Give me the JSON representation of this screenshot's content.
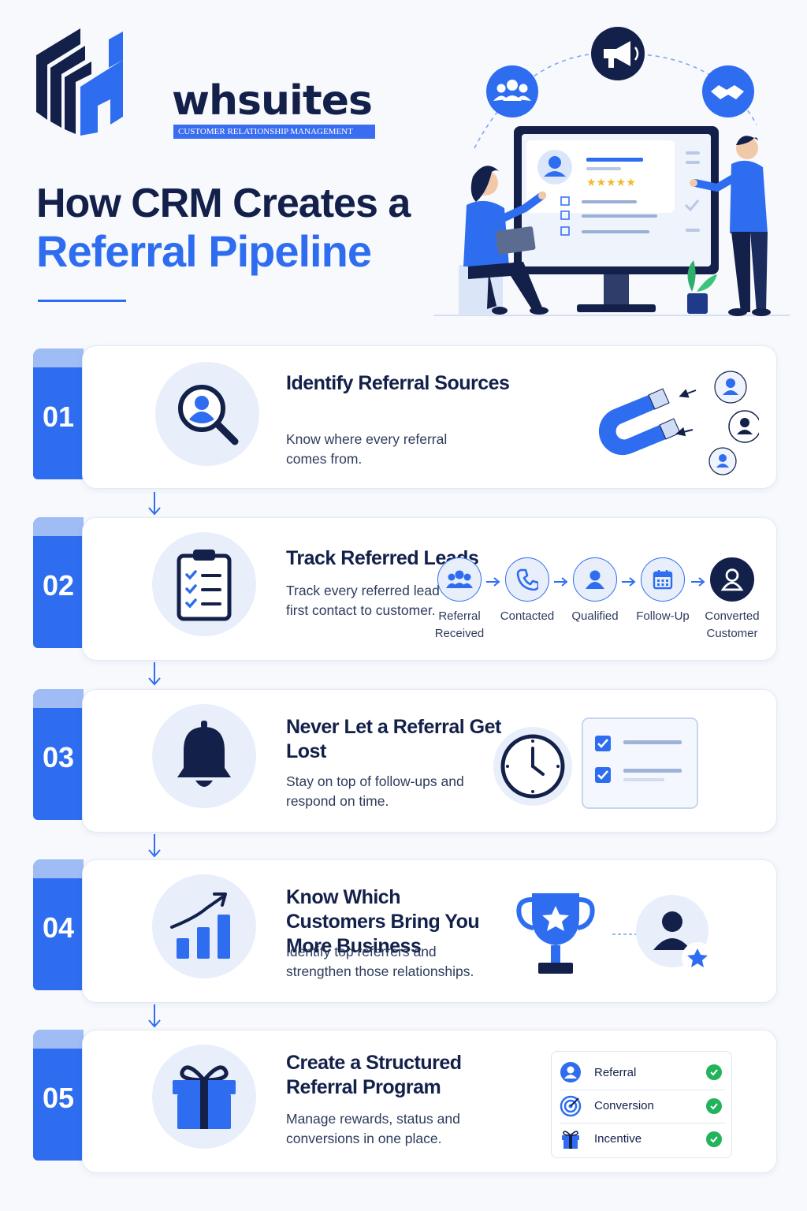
{
  "header": {
    "brand_name": "whsuites",
    "brand_tagline": "CUSTOMER RELATIONSHIP MANAGEMENT",
    "title_line1": "How CRM Creates a",
    "title_line2": "Referral Pipeline"
  },
  "colors": {
    "primary_blue": "#2e6df0",
    "navy": "#13204a",
    "light_blue_bg": "#e8effb",
    "success_green": "#22b35b",
    "star_yellow": "#f5b82e"
  },
  "hero": {
    "orbit_icons": [
      "team-icon",
      "megaphone-icon",
      "handshake-icon"
    ],
    "star_rating": 5
  },
  "steps": [
    {
      "number": "01",
      "title": "Identify Referral Sources",
      "description": "Know where every referral comes from.",
      "icon": "magnifier-user-icon"
    },
    {
      "number": "02",
      "title": "Track Referred Leads",
      "description": "Track every referred lead from first contact to customer.",
      "icon": "clipboard-checklist-icon",
      "pipeline": [
        {
          "label_line1": "Referral",
          "label_line2": "Received",
          "icon": "group-icon"
        },
        {
          "label_line1": "Contacted",
          "label_line2": "",
          "icon": "phone-icon"
        },
        {
          "label_line1": "Qualified",
          "label_line2": "",
          "icon": "user-icon"
        },
        {
          "label_line1": "Follow-Up",
          "label_line2": "",
          "icon": "calendar-icon"
        },
        {
          "label_line1": "Converted",
          "label_line2": "Customer",
          "icon": "user-icon"
        }
      ]
    },
    {
      "number": "03",
      "title": "Never Let a Referral Get Lost",
      "description": "Stay on top of follow-ups and respond on time.",
      "icon": "bell-icon"
    },
    {
      "number": "04",
      "title": "Know Which Customers Bring You More Business",
      "description": "Identify top referrers and strengthen those relationships.",
      "icon": "growth-chart-icon"
    },
    {
      "number": "05",
      "title": "Create a Structured Referral Program",
      "description": "Manage rewards, status and conversions in one place.",
      "icon": "gift-icon",
      "checklist": [
        {
          "label": "Referral",
          "icon": "user-icon"
        },
        {
          "label": "Conversion",
          "icon": "target-icon"
        },
        {
          "label": "Incentive",
          "icon": "gift-icon"
        }
      ]
    }
  ]
}
